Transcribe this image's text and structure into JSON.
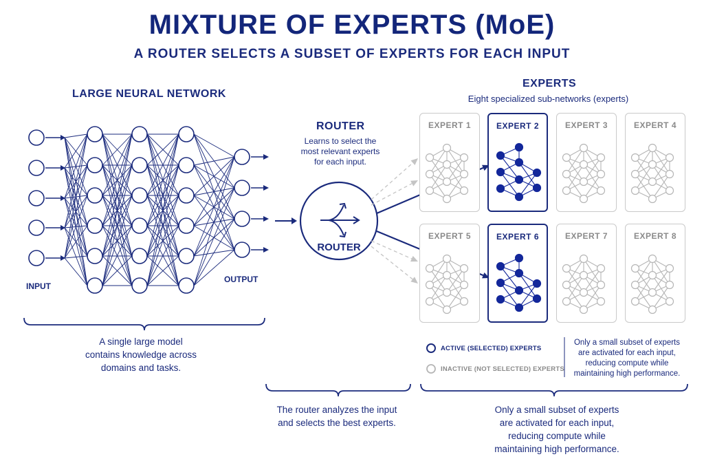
{
  "title": "MIXTURE OF EXPERTS (MoE)",
  "subtitle": "A ROUTER SELECTS A SUBSET OF EXPERTS FOR EACH INPUT",
  "network": {
    "heading": "LARGE NEURAL NETWORK",
    "input_label": "INPUT",
    "output_label": "OUTPUT",
    "caption_lines": [
      "A single large model",
      "contains knowledge across",
      "domains and tasks."
    ]
  },
  "router": {
    "heading": "ROUTER",
    "desc_lines": [
      "Learns to select the",
      "most relevant experts",
      "for each input."
    ],
    "node_label": "ROUTER",
    "caption_lines": [
      "The router analyzes the input",
      "and selects the best experts."
    ]
  },
  "experts": {
    "heading": "EXPERTS",
    "subheading": "Eight specialized sub-networks (experts)",
    "items": [
      {
        "label": "EXPERT 1",
        "active": false
      },
      {
        "label": "EXPERT 2",
        "active": true
      },
      {
        "label": "EXPERT 3",
        "active": false
      },
      {
        "label": "EXPERT 4",
        "active": false
      },
      {
        "label": "EXPERT 5",
        "active": false
      },
      {
        "label": "EXPERT 6",
        "active": true
      },
      {
        "label": "EXPERT 7",
        "active": false
      },
      {
        "label": "EXPERT 8",
        "active": false
      }
    ],
    "caption_lines": [
      "Only a small subset of experts",
      "are activated for each input,",
      "reducing compute while",
      "maintaining high performance."
    ]
  },
  "legend": {
    "active_label": "ACTIVE (SELECTED) EXPERTS",
    "inactive_label": "INACTIVE (NOT SELECTED) EXPERTS",
    "note_lines": [
      "Only a small subset of experts",
      "are activated for each input,",
      "reducing compute while",
      "maintaining high performance."
    ]
  },
  "colors": {
    "primary": "#1a2a7c",
    "active_fill": "#13279a",
    "inactive": "#b5b5b5"
  }
}
